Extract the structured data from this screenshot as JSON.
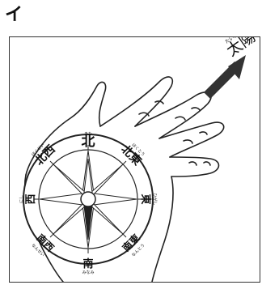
{
  "figure_label": "イ",
  "sun": {
    "label": "太陽",
    "reading": "たいよう"
  },
  "compass": {
    "north": "北",
    "south": "南",
    "east": "東",
    "west": "西",
    "northeast": "北東",
    "northwest": "北西",
    "southeast": "南東",
    "southwest": "南西",
    "reading_north": "きた",
    "reading_south": "みなみ",
    "reading_east": "ひがし",
    "reading_west": "にし",
    "reading_northeast": "ほくとう",
    "reading_northwest": "ほくせい",
    "reading_southeast": "なんとう",
    "reading_southwest": "なんせい"
  }
}
